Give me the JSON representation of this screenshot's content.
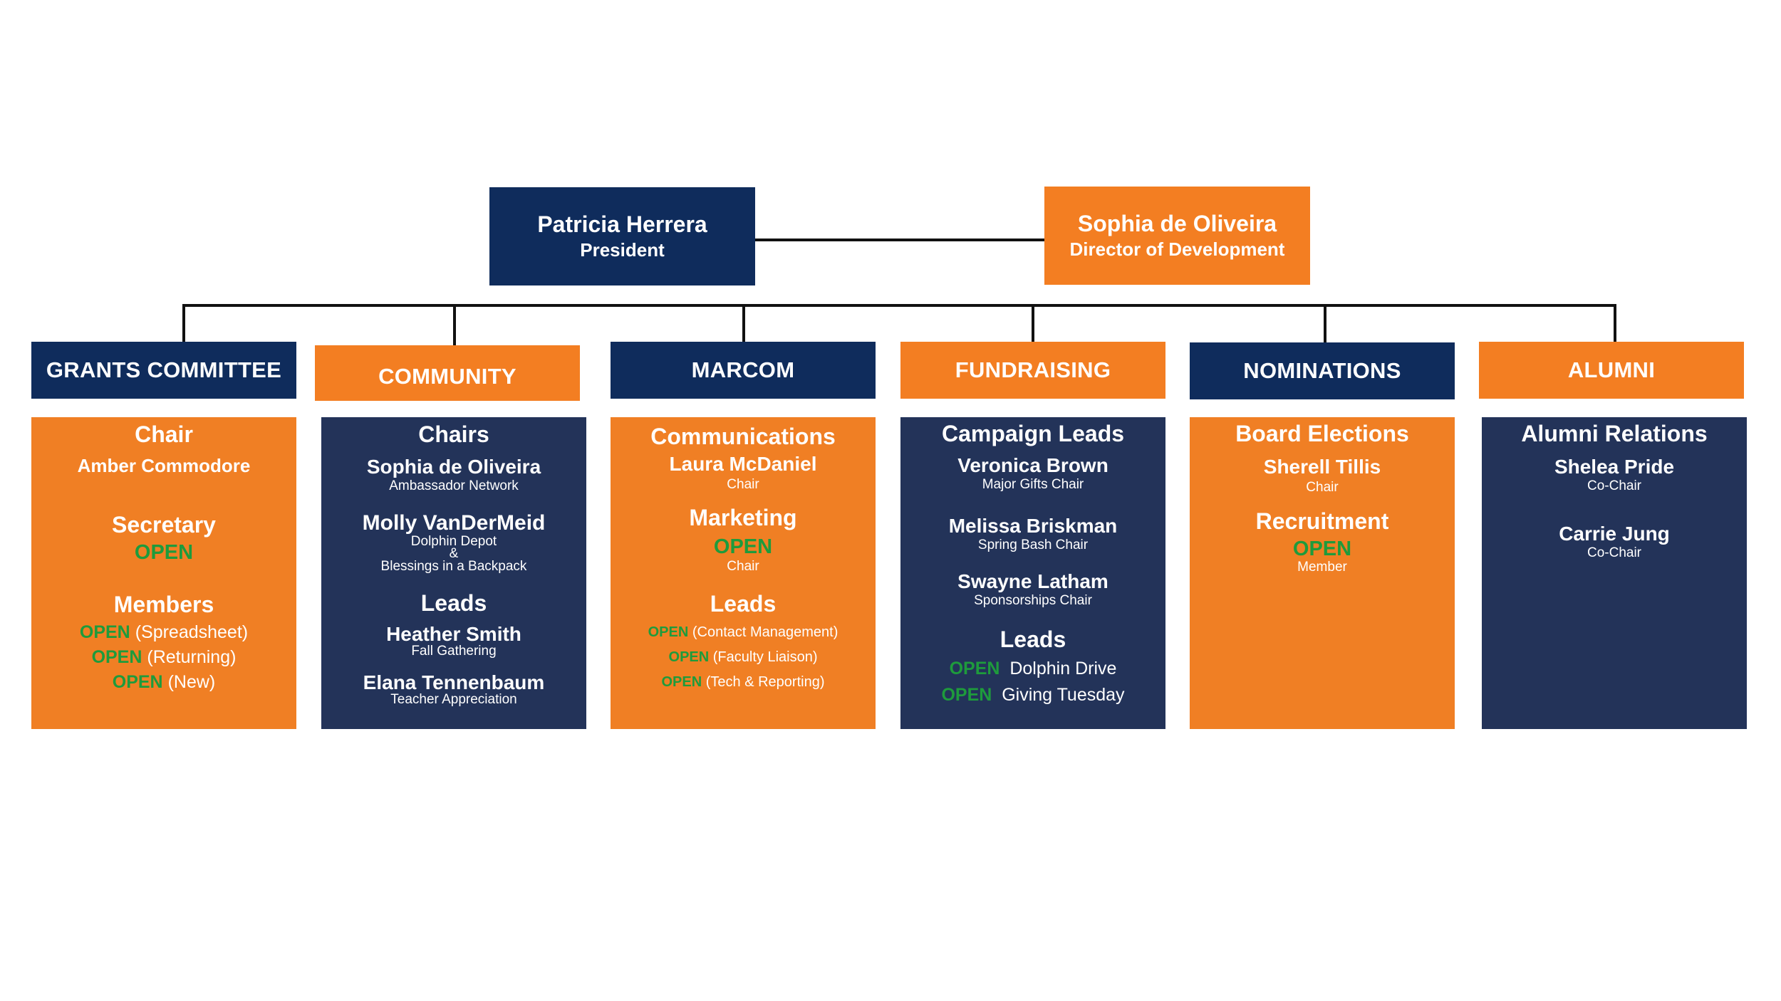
{
  "leadership": {
    "president": {
      "name": "Patricia Herrera",
      "role": "President"
    },
    "director": {
      "name": "Sophia de Oliveira",
      "role": "Director of Development"
    }
  },
  "columns": [
    {
      "header": "GRANTS COMMITTEE",
      "chair_title": "Chair",
      "chair_name": "Amber Commodore",
      "secretary_title": "Secretary",
      "secretary_value": "OPEN",
      "members_title": "Members",
      "members": [
        {
          "status": "OPEN",
          "label": "(Spreadsheet)"
        },
        {
          "status": "OPEN",
          "label": "(Returning)"
        },
        {
          "status": "OPEN",
          "label": "(New)"
        }
      ]
    },
    {
      "header": "COMMUNITY",
      "chairs_title": "Chairs",
      "chairs": [
        {
          "name": "Sophia de Oliveira",
          "role": "Ambassador Network"
        },
        {
          "name": "Molly VanDerMeid",
          "role_lines": [
            "Dolphin Depot",
            "&",
            "Blessings in a Backpack"
          ]
        }
      ],
      "leads_title": "Leads",
      "leads": [
        {
          "name": "Heather Smith",
          "role": "Fall Gathering"
        },
        {
          "name": "Elana Tennenbaum",
          "role": "Teacher Appreciation"
        }
      ]
    },
    {
      "header": "MARCOM",
      "comm_title": "Communications",
      "comm_name": "Laura McDaniel",
      "comm_role": "Chair",
      "mkt_title": "Marketing",
      "mkt_value": "OPEN",
      "mkt_role": "Chair",
      "leads_title": "Leads",
      "leads": [
        {
          "status": "OPEN",
          "label": "(Contact Management)"
        },
        {
          "status": "OPEN",
          "label": "(Faculty Liaison)"
        },
        {
          "status": "OPEN",
          "label": "(Tech & Reporting)"
        }
      ]
    },
    {
      "header": "FUNDRAISING",
      "campaign_title": "Campaign Leads",
      "campaign": [
        {
          "name": "Veronica Brown",
          "role": "Major Gifts Chair"
        },
        {
          "name": "Melissa Briskman",
          "role": "Spring Bash Chair"
        },
        {
          "name": "Swayne Latham",
          "role": "Sponsorships Chair"
        }
      ],
      "leads_title": "Leads",
      "leads": [
        {
          "status": "OPEN",
          "label": "Dolphin Drive"
        },
        {
          "status": "OPEN",
          "label": "Giving Tuesday"
        }
      ]
    },
    {
      "header": "NOMINATIONS",
      "board_title": "Board Elections",
      "board_name": "Sherell Tillis",
      "board_role": "Chair",
      "recruit_title": "Recruitment",
      "recruit_value": "OPEN",
      "recruit_role": "Member"
    },
    {
      "header": "ALUMNI",
      "relations_title": "Alumni Relations",
      "relations": [
        {
          "name": "Shelea Pride",
          "role": "Co-Chair"
        },
        {
          "name": "Carrie Jung",
          "role": "Co-Chair"
        }
      ]
    }
  ],
  "colors": {
    "navy": "#233359",
    "navy_header": "#0f2c5c",
    "orange": "#f07f24",
    "open_green": "#1e9b3c",
    "connector": "#111111"
  }
}
